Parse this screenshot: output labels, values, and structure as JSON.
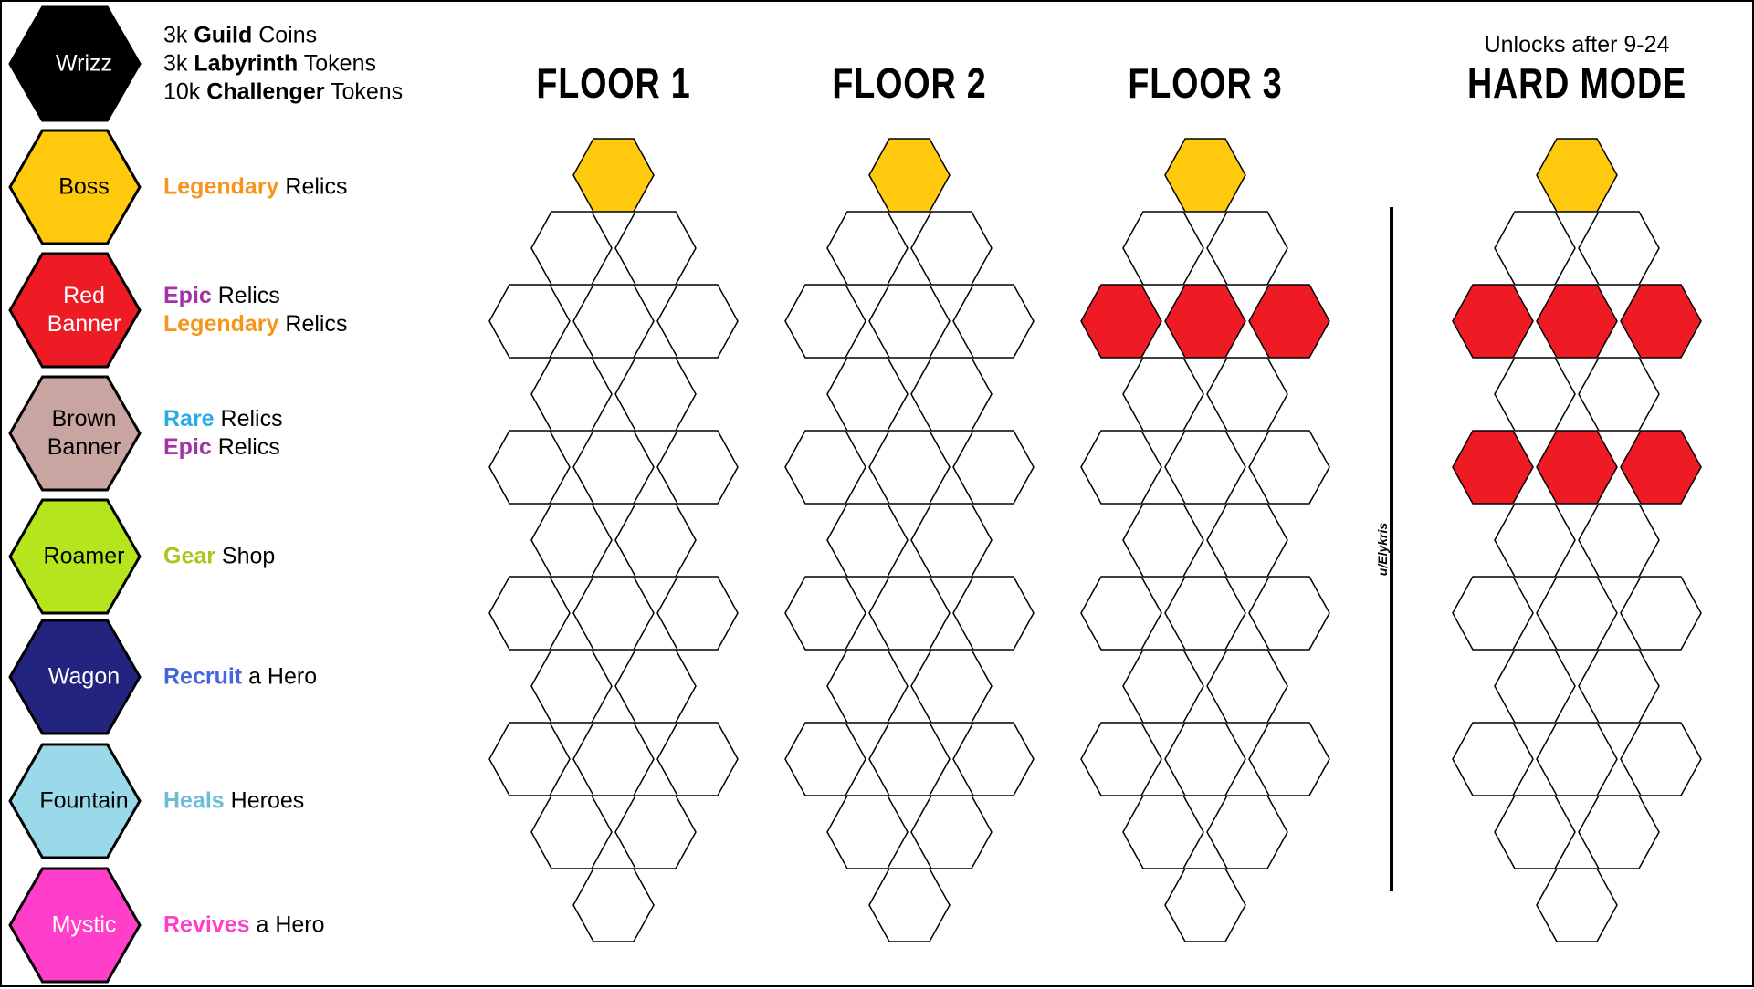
{
  "colors": {
    "wrizz": "#000000",
    "boss": "#ffc90e",
    "red_banner": "#ef1b24",
    "brown_banner": "#c8a5a1",
    "roamer": "#b5e61d",
    "wagon": "#23247f",
    "fountain": "#99d9ea",
    "mystic": "#ff3ec9",
    "legendary": "#f7941d",
    "epic": "#a333a8",
    "rare": "#29abe2",
    "gear": "#a4c81c",
    "recruit": "#4464e0",
    "heals": "#6cbcd6",
    "revives": "#ff3ec9"
  },
  "legend": [
    {
      "key": "wrizz",
      "label_lines": [
        "Wrizz"
      ],
      "fill": "#000000",
      "text_light": true,
      "desc": [
        [
          {
            "t": "3k "
          },
          {
            "t": "Guild",
            "b": true
          },
          {
            "t": " Coins"
          }
        ],
        [
          {
            "t": "3k "
          },
          {
            "t": "Labyrinth",
            "b": true
          },
          {
            "t": " Tokens"
          }
        ],
        [
          {
            "t": "10k "
          },
          {
            "t": "Challenger",
            "b": true
          },
          {
            "t": " Tokens"
          }
        ]
      ]
    },
    {
      "key": "boss",
      "label_lines": [
        "Boss"
      ],
      "fill": "#ffc90e",
      "text_light": false,
      "desc": [
        [
          {
            "t": "Legendary",
            "c": "#f7941d",
            "b": true
          },
          {
            "t": " Relics"
          }
        ]
      ]
    },
    {
      "key": "red_banner",
      "label_lines": [
        "Red",
        "Banner"
      ],
      "fill": "#ef1b24",
      "text_light": true,
      "desc": [
        [
          {
            "t": "Epic",
            "c": "#a333a8",
            "b": true
          },
          {
            "t": " Relics"
          }
        ],
        [
          {
            "t": "Legendary",
            "c": "#f7941d",
            "b": true
          },
          {
            "t": " Relics"
          }
        ]
      ]
    },
    {
      "key": "brown_banner",
      "label_lines": [
        "Brown",
        "Banner"
      ],
      "fill": "#c8a5a1",
      "text_light": false,
      "desc": [
        [
          {
            "t": "Rare",
            "c": "#29abe2",
            "b": true
          },
          {
            "t": " Relics"
          }
        ],
        [
          {
            "t": "Epic",
            "c": "#a333a8",
            "b": true
          },
          {
            "t": " Relics"
          }
        ]
      ]
    },
    {
      "key": "roamer",
      "label_lines": [
        "Roamer"
      ],
      "fill": "#b5e61d",
      "text_light": false,
      "desc": [
        [
          {
            "t": "Gear",
            "c": "#a4c81c",
            "b": true
          },
          {
            "t": " Shop"
          }
        ]
      ]
    },
    {
      "key": "wagon",
      "label_lines": [
        "Wagon"
      ],
      "fill": "#23247f",
      "text_light": true,
      "desc": [
        [
          {
            "t": "Recruit",
            "c": "#4464e0",
            "b": true
          },
          {
            "t": " a Hero"
          }
        ]
      ]
    },
    {
      "key": "fountain",
      "label_lines": [
        "Fountain"
      ],
      "fill": "#99d9ea",
      "text_light": false,
      "desc": [
        [
          {
            "t": "Heals",
            "c": "#6cbcd6",
            "b": true
          },
          {
            "t": " Heroes"
          }
        ]
      ]
    },
    {
      "key": "mystic",
      "label_lines": [
        "Mystic"
      ],
      "fill": "#ff3ec9",
      "text_light": true,
      "desc": [
        [
          {
            "t": "Revives",
            "c": "#ff3ec9",
            "b": true
          },
          {
            "t": " a Hero"
          }
        ]
      ]
    }
  ],
  "floors": [
    {
      "title": "FLOOR 1",
      "subtitle": "",
      "red_rows": []
    },
    {
      "title": "FLOOR 2",
      "subtitle": "",
      "red_rows": []
    },
    {
      "title": "FLOOR 3",
      "subtitle": "",
      "red_rows": [
        2
      ]
    },
    {
      "title": "HARD MODE",
      "subtitle": "Unlocks after 9-24",
      "red_rows": [
        2,
        4
      ]
    }
  ],
  "row_pattern": [
    1,
    2,
    3,
    2,
    3,
    2,
    3,
    2,
    3,
    2,
    1
  ],
  "credit": "u/Elykris"
}
